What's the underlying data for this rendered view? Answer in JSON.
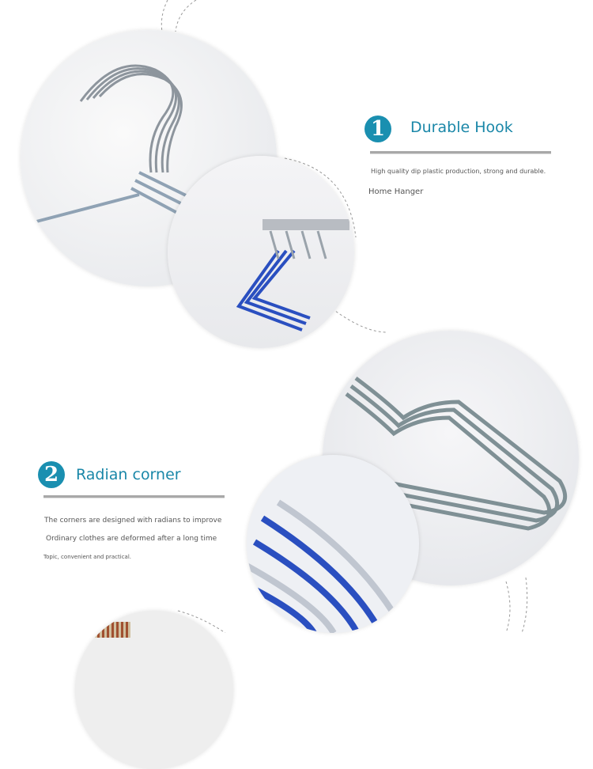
{
  "section1": {
    "number": "1",
    "title": "Durable Hook",
    "lines": [
      "High quality dip plastic production, strong and durable.",
      "Home Hanger"
    ]
  },
  "section2": {
    "number": "2",
    "title": "Radian corner",
    "lines": [
      "The corners are designed with radians to improve",
      "Ordinary clothes are deformed after a long time",
      "Topic, convenient and practical."
    ]
  },
  "colors": {
    "accent": "#1a8fb0",
    "silver": "#9aa3ab",
    "blue": "#2a4fc0"
  }
}
